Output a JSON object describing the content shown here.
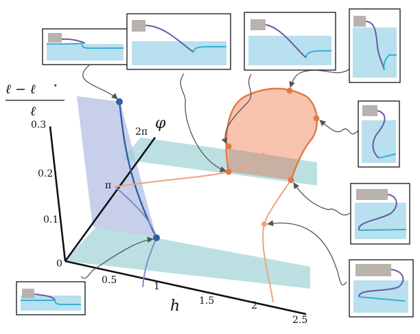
{
  "axes": {
    "y_label_numerator": "ℓ − ℓ",
    "y_label_star": "⋆",
    "y_label_denominator": "ℓ",
    "x_label": "h",
    "phi_label": "φ",
    "y_ticks": [
      "0.3",
      "0.2",
      "0.1",
      "0"
    ],
    "x_ticks": [
      "0.5",
      "1",
      "1.5",
      "2",
      "2.5"
    ],
    "phi_ticks": [
      "2π",
      "π"
    ]
  },
  "colors": {
    "blue_branch": "#2f5fa8",
    "orange_branch": "#e07a45",
    "light_orange": "#eea37b",
    "plane_blue": "#a9b6e0",
    "plane_teal": "#9fd3d6",
    "loop_fill": "#f6b9a0",
    "water": "#b8e0ee",
    "block": "#b9b3ae",
    "rod": "#6b56a8",
    "film": "#3aaed0",
    "arrow": "#555555"
  }
}
